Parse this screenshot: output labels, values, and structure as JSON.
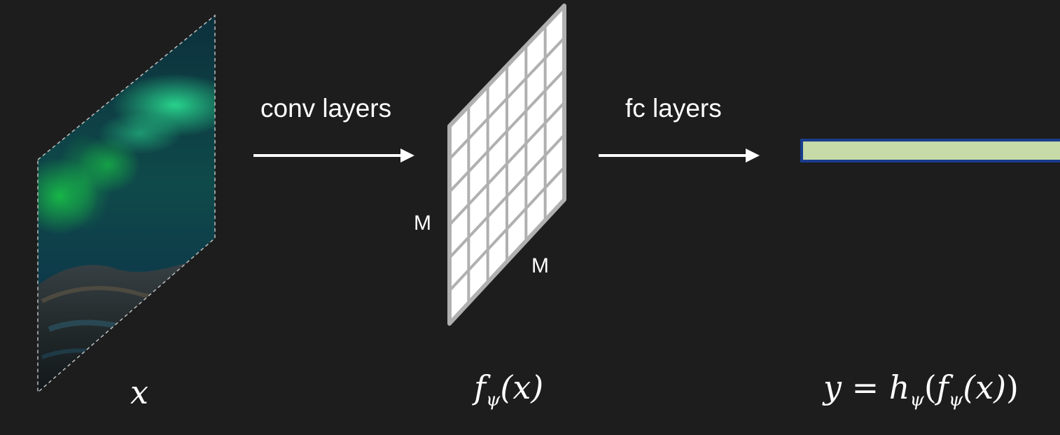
{
  "steps": {
    "conv_label": "conv layers",
    "fc_label": "fc layers"
  },
  "feature_map": {
    "height_label": "M",
    "width_label": "M",
    "rows": 6,
    "cols": 6
  },
  "formula": {
    "input_var": "x",
    "feature_fn": "f",
    "feature_sub": "ψ",
    "feature_arg": "(x)",
    "output_var": "y",
    "equals": "=",
    "head_fn": "h",
    "head_sub": "ψ",
    "open_paren": "(",
    "inner_fn": "f",
    "inner_sub": "ψ",
    "inner_arg": "(x)",
    "close_paren": ")"
  },
  "colors": {
    "background": "#1d1d1d",
    "vector_fill": "#c6dba8",
    "vector_border": "#1a3d8c",
    "grid_frame": "#b0b0b0",
    "aurora_green": "#20c46a"
  }
}
